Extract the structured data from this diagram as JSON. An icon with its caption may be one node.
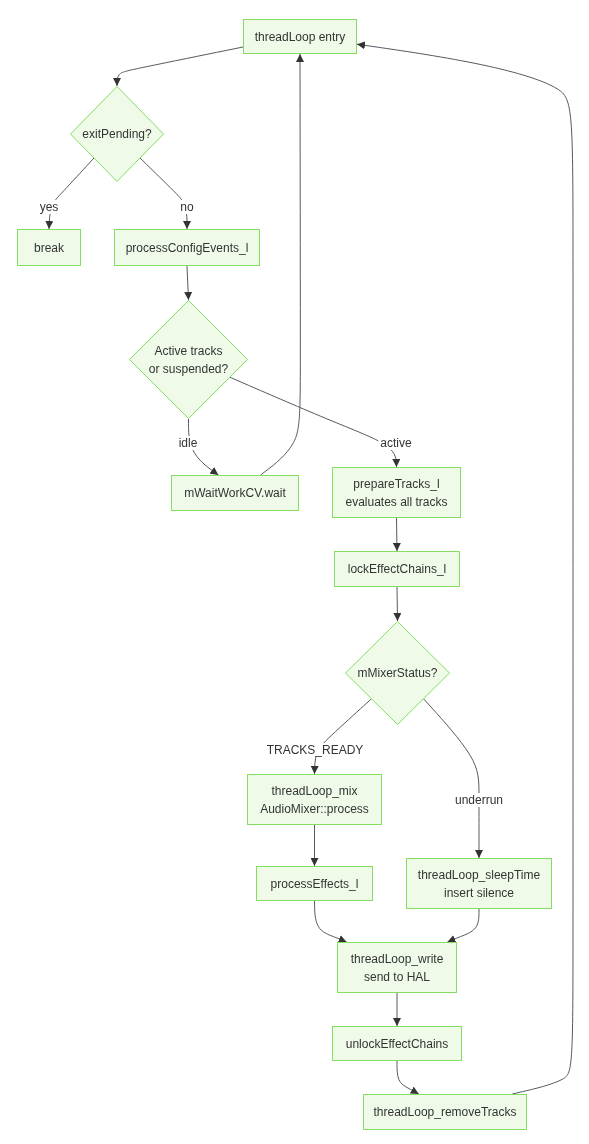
{
  "diagram": {
    "nodes": [
      {
        "text": [
          "threadLoop entry"
        ]
      },
      {
        "text": [
          "exitPending?"
        ]
      },
      {
        "text": [
          "break"
        ]
      },
      {
        "text": [
          "processConfigEvents_l"
        ]
      },
      {
        "text": [
          "Active tracks or suspended?"
        ]
      },
      {
        "text": [
          "mWaitWorkCV.wait"
        ]
      },
      {
        "text": [
          "prepareTracks_l evaluates all tracks"
        ]
      },
      {
        "text": [
          "lockEffectChains_l"
        ]
      },
      {
        "text": [
          "mMixerStatus?"
        ]
      },
      {
        "text": [
          "threadLoop_mix AudioMixer::process"
        ]
      },
      {
        "text": [
          "processEffects_l"
        ]
      },
      {
        "text": [
          "threadLoop_sleepTime insert silence"
        ]
      },
      {
        "text": [
          "threadLoop_write send to HAL"
        ]
      },
      {
        "text": [
          "unlockEffectChains"
        ]
      },
      {
        "text": [
          "threadLoop_removeTracks"
        ]
      }
    ],
    "edges": [
      {
        "from": 0,
        "to": 1,
        "arrow": "to"
      },
      {
        "from": 1,
        "to": 2,
        "arrow": "to",
        "label": "yes"
      },
      {
        "from": 1,
        "to": 3,
        "arrow": "to",
        "label": "no"
      },
      {
        "from": 3,
        "to": 4,
        "arrow": "to"
      },
      {
        "from": 4,
        "to": 5,
        "arrow": "to",
        "label": "idle"
      },
      {
        "from": 4,
        "to": 6,
        "arrow": "to",
        "label": "active"
      },
      {
        "from": 5,
        "to": 0,
        "arrow": "to"
      },
      {
        "from": 6,
        "to": 7,
        "arrow": "to"
      },
      {
        "from": 7,
        "to": 8,
        "arrow": "to"
      },
      {
        "from": 8,
        "to": 9,
        "arrow": "to",
        "label": "TRACKS_READY"
      },
      {
        "from": 8,
        "to": 11,
        "arrow": "to",
        "label": "underrun"
      },
      {
        "from": 9,
        "to": 10,
        "arrow": "to"
      },
      {
        "from": 10,
        "to": 12,
        "arrow": "to"
      },
      {
        "from": 11,
        "to": 12,
        "arrow": "to"
      },
      {
        "from": 12,
        "to": 13,
        "arrow": "to"
      },
      {
        "from": 13,
        "to": 14,
        "arrow": "to"
      },
      {
        "from": 14,
        "to": 0,
        "arrow": "to"
      }
    ]
  }
}
